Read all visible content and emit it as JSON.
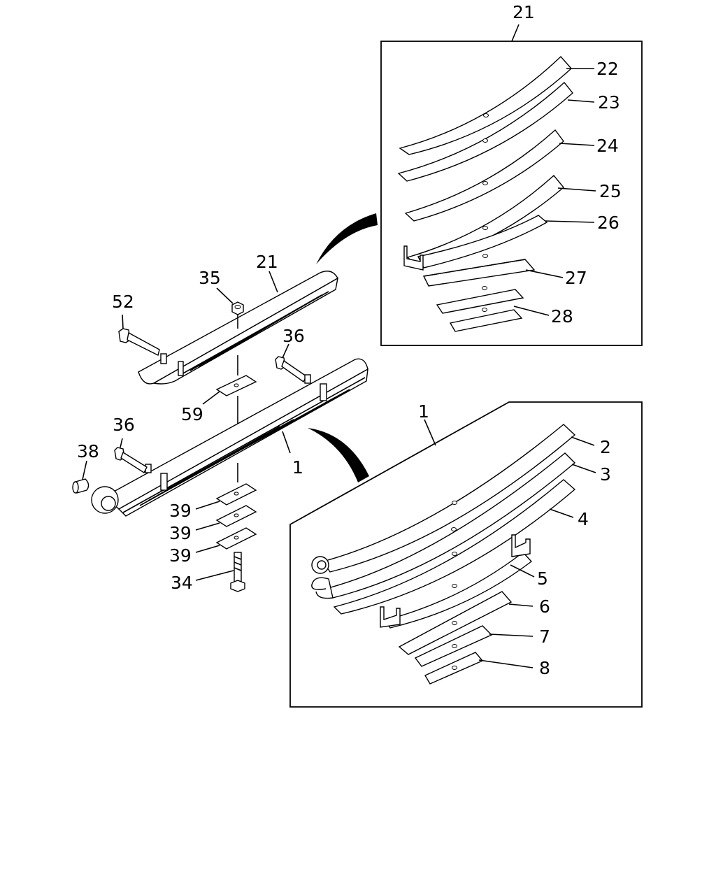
{
  "callouts": {
    "c21_top": "21",
    "c22": "22",
    "c23": "23",
    "c24": "24",
    "c25": "25",
    "c26": "26",
    "c27": "27",
    "c28": "28",
    "c35": "35",
    "c21_asm": "21",
    "c52": "52",
    "c36_a": "36",
    "c59": "59",
    "c36_b": "36",
    "c38": "38",
    "c1_asm": "1",
    "c39_a": "39",
    "c39_b": "39",
    "c39_c": "39",
    "c34": "34",
    "c1_box": "1",
    "c2": "2",
    "c3": "3",
    "c4": "4",
    "c5": "5",
    "c6": "6",
    "c7": "7",
    "c8": "8"
  },
  "colors": {
    "line": "#000000",
    "background": "#ffffff"
  }
}
